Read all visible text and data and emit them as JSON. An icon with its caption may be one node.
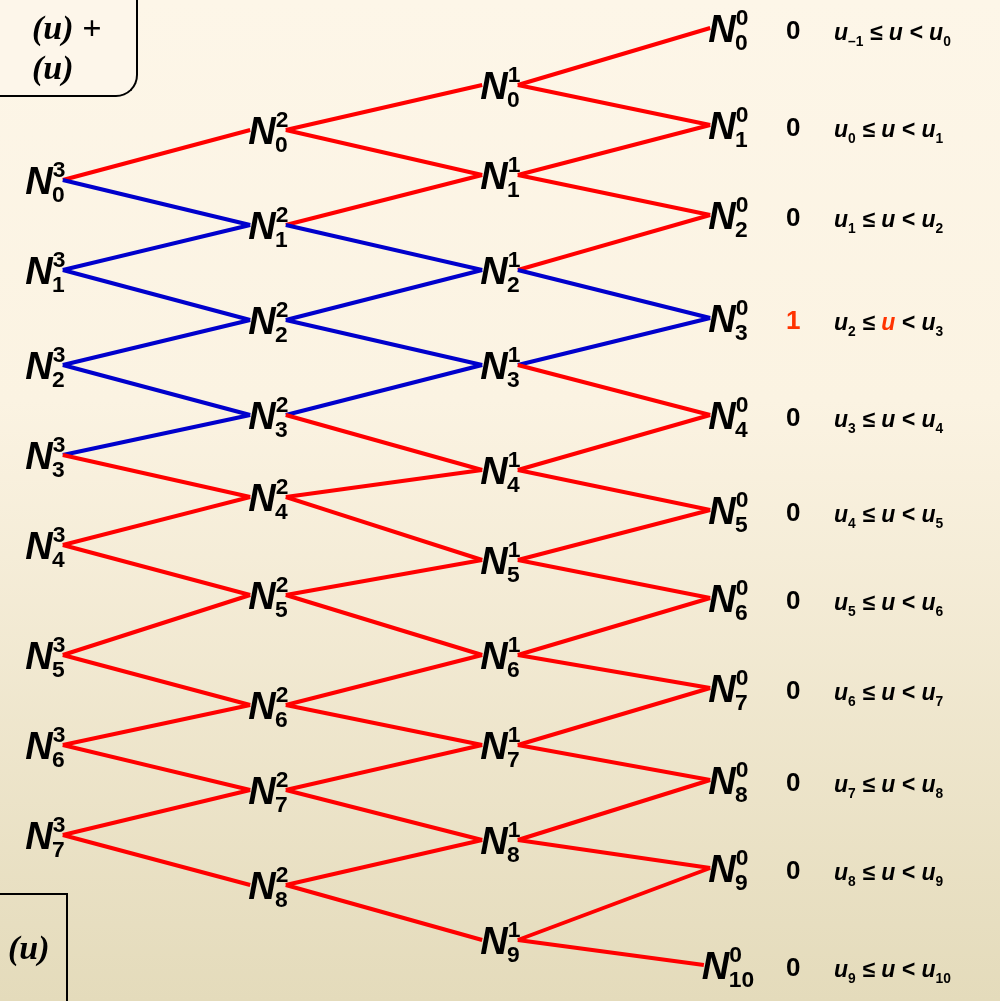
{
  "diagram": {
    "nodes": [
      {
        "text": [
          "(u) + (u)"
        ]
      },
      {
        "text": [
          "(u)"
        ]
      },
      {
        "text": [
          "N$^{3}$$_{0}$"
        ]
      },
      {
        "text": [
          "N$^{3}$$_{1}$"
        ]
      },
      {
        "text": [
          "N$^{3}$$_{2}$"
        ]
      },
      {
        "text": [
          "N$^{3}$$_{3}$"
        ]
      },
      {
        "text": [
          "N$^{3}$$_{4}$"
        ]
      },
      {
        "text": [
          "N$^{3}$$_{5}$"
        ]
      },
      {
        "text": [
          "N$^{3}$$_{6}$"
        ]
      },
      {
        "text": [
          "N$^{3}$$_{7}$"
        ]
      },
      {
        "text": [
          "N$^{2}$$_{0}$"
        ]
      },
      {
        "text": [
          "N$^{2}$$_{1}$"
        ]
      },
      {
        "text": [
          "N$^{2}$$_{2}$"
        ]
      },
      {
        "text": [
          "N$^{2}$$_{3}$"
        ]
      },
      {
        "text": [
          "N$^{2}$$_{4}$"
        ]
      },
      {
        "text": [
          "N$^{2}$$_{5}$"
        ]
      },
      {
        "text": [
          "N$^{2}$$_{6}$"
        ]
      },
      {
        "text": [
          "N$^{2}$$_{7}$"
        ]
      },
      {
        "text": [
          "N$^{2}$$_{8}$"
        ]
      },
      {
        "text": [
          "N$^{1}$$_{0}$"
        ]
      },
      {
        "text": [
          "N$^{1}$$_{1}$"
        ]
      },
      {
        "text": [
          "N$^{1}$$_{2}$"
        ]
      },
      {
        "text": [
          "N$^{1}$$_{3}$"
        ]
      },
      {
        "text": [
          "N$^{1}$$_{4}$"
        ]
      },
      {
        "text": [
          "N$^{1}$$_{5}$"
        ]
      },
      {
        "text": [
          "N$^{1}$$_{6}$"
        ]
      },
      {
        "text": [
          "N$^{1}$$_{7}$"
        ]
      },
      {
        "text": [
          "N$^{1}$$_{8}$"
        ]
      },
      {
        "text": [
          "N$^{1}$$_{9}$"
        ]
      },
      {
        "text": [
          "N$^{0}$$_{0}$"
        ],
        "beside": [
          "0",
          "u$_{–1}$ ≤ u < u$_{0}$"
        ]
      },
      {
        "text": [
          "N$^{0}$$_{1}$"
        ],
        "beside": [
          "0",
          "u$_{0}$ ≤ u < u$_{1}$"
        ]
      },
      {
        "text": [
          "N$^{0}$$_{2}$"
        ],
        "beside": [
          "0",
          "u$_{1}$ ≤ u < u$_{2}$"
        ]
      },
      {
        "text": [
          "N$^{0}$$_{3}$"
        ],
        "beside": [
          "1",
          "u$_{2}$ ≤ **u** < u$_{3}$"
        ]
      },
      {
        "text": [
          "N$^{0}$$_{4}$"
        ],
        "beside": [
          "0",
          "u$_{3}$ ≤ u < u$_{4}$"
        ]
      },
      {
        "text": [
          "N$^{0}$$_{5}$"
        ],
        "beside": [
          "0",
          "u$_{4}$ ≤ u < u$_{5}$"
        ]
      },
      {
        "text": [
          "N$^{0}$$_{6}$"
        ],
        "beside": [
          "0",
          "u$_{5}$ ≤ u < u$_{6}$"
        ]
      },
      {
        "text": [
          "N$^{0}$$_{7}$"
        ],
        "beside": [
          "0",
          "u$_{6}$ ≤ u < u$_{7}$"
        ]
      },
      {
        "text": [
          "N$^{0}$$_{8}$"
        ],
        "beside": [
          "0",
          "u$_{7}$ ≤ u < u$_{8}$"
        ]
      },
      {
        "text": [
          "N$^{0}$$_{9}$"
        ],
        "beside": [
          "0",
          "u$_{8}$ ≤ u < u$_{9}$"
        ]
      },
      {
        "text": [
          "N$^{0}$$_{10}$"
        ],
        "beside": [
          "0",
          "u$_{9}$ ≤ u < u$_{10}$"
        ]
      }
    ],
    "edges": [
      {
        "from": 2,
        "to": 10,
        "arrow": "none"
      },
      {
        "from": 2,
        "to": 11,
        "arrow": "none",
        "color": "#0000cc"
      },
      {
        "from": 3,
        "to": 11,
        "arrow": "none",
        "color": "#0000cc"
      },
      {
        "from": 3,
        "to": 12,
        "arrow": "none",
        "color": "#0000cc"
      },
      {
        "from": 4,
        "to": 12,
        "arrow": "none",
        "color": "#0000cc"
      },
      {
        "from": 4,
        "to": 13,
        "arrow": "none",
        "color": "#0000cc"
      },
      {
        "from": 5,
        "to": 13,
        "arrow": "none",
        "color": "#0000cc"
      },
      {
        "from": 5,
        "to": 14,
        "arrow": "none"
      },
      {
        "from": 6,
        "to": 14,
        "arrow": "none"
      },
      {
        "from": 6,
        "to": 15,
        "arrow": "none"
      },
      {
        "from": 7,
        "to": 15,
        "arrow": "none"
      },
      {
        "from": 7,
        "to": 16,
        "arrow": "none"
      },
      {
        "from": 8,
        "to": 16,
        "arrow": "none"
      },
      {
        "from": 8,
        "to": 17,
        "arrow": "none"
      },
      {
        "from": 9,
        "to": 17,
        "arrow": "none"
      },
      {
        "from": 9,
        "to": 18,
        "arrow": "none"
      },
      {
        "from": 10,
        "to": 19,
        "arrow": "none"
      },
      {
        "from": 10,
        "to": 20,
        "arrow": "none"
      },
      {
        "from": 11,
        "to": 20,
        "arrow": "none"
      },
      {
        "from": 11,
        "to": 21,
        "arrow": "none",
        "color": "#0000cc"
      },
      {
        "from": 12,
        "to": 21,
        "arrow": "none",
        "color": "#0000cc"
      },
      {
        "from": 12,
        "to": 22,
        "arrow": "none",
        "color": "#0000cc"
      },
      {
        "from": 13,
        "to": 22,
        "arrow": "none",
        "color": "#0000cc"
      },
      {
        "from": 13,
        "to": 23,
        "arrow": "none"
      },
      {
        "from": 14,
        "to": 23,
        "arrow": "none"
      },
      {
        "from": 14,
        "to": 24,
        "arrow": "none"
      },
      {
        "from": 15,
        "to": 24,
        "arrow": "none"
      },
      {
        "from": 15,
        "to": 25,
        "arrow": "none"
      },
      {
        "from": 16,
        "to": 25,
        "arrow": "none"
      },
      {
        "from": 16,
        "to": 26,
        "arrow": "none"
      },
      {
        "from": 17,
        "to": 26,
        "arrow": "none"
      },
      {
        "from": 17,
        "to": 27,
        "arrow": "none"
      },
      {
        "from": 18,
        "to": 27,
        "arrow": "none"
      },
      {
        "from": 18,
        "to": 28,
        "arrow": "none"
      },
      {
        "from": 19,
        "to": 29,
        "arrow": "none"
      },
      {
        "from": 19,
        "to": 30,
        "arrow": "none"
      },
      {
        "from": 20,
        "to": 30,
        "arrow": "none"
      },
      {
        "from": 20,
        "to": 31,
        "arrow": "none"
      },
      {
        "from": 21,
        "to": 31,
        "arrow": "none"
      },
      {
        "from": 21,
        "to": 32,
        "arrow": "none",
        "color": "#0000cc"
      },
      {
        "from": 22,
        "to": 32,
        "arrow": "none",
        "color": "#0000cc"
      },
      {
        "from": 22,
        "to": 33,
        "arrow": "none"
      },
      {
        "from": 23,
        "to": 33,
        "arrow": "none"
      },
      {
        "from": 23,
        "to": 34,
        "arrow": "none"
      },
      {
        "from": 24,
        "to": 34,
        "arrow": "none"
      },
      {
        "from": 24,
        "to": 35,
        "arrow": "none"
      },
      {
        "from": 25,
        "to": 35,
        "arrow": "none"
      },
      {
        "from": 25,
        "to": 36,
        "arrow": "none"
      },
      {
        "from": 26,
        "to": 36,
        "arrow": "none"
      },
      {
        "from": 26,
        "to": 37,
        "arrow": "none"
      },
      {
        "from": 27,
        "to": 37,
        "arrow": "none"
      },
      {
        "from": 27,
        "to": 38,
        "arrow": "none"
      },
      {
        "from": 28,
        "to": 38,
        "arrow": "none"
      },
      {
        "from": 28,
        "to": 39,
        "arrow": "none"
      }
    ]
  }
}
